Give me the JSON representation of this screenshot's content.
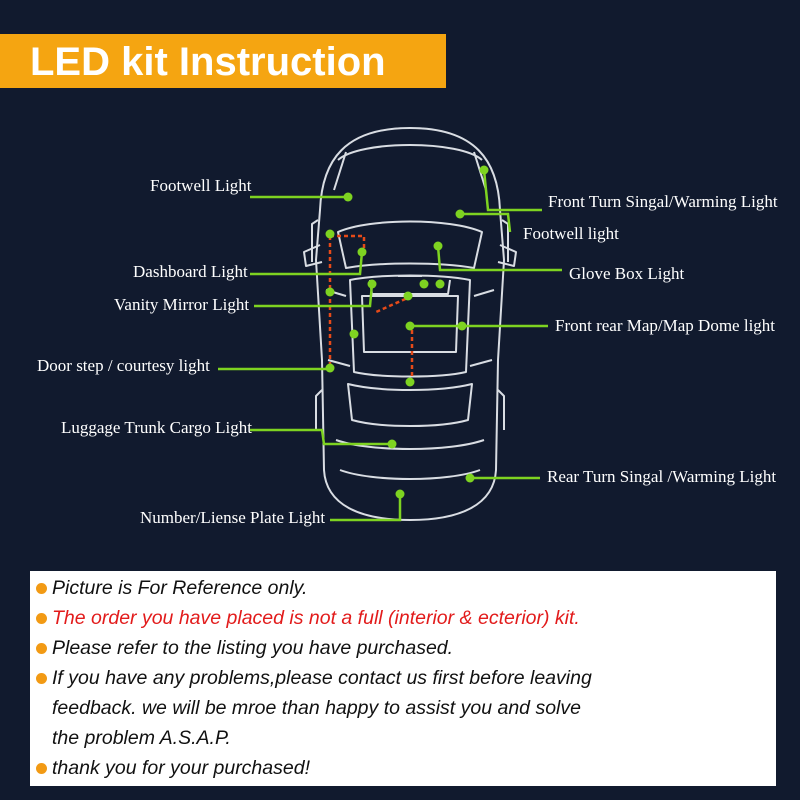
{
  "header": {
    "title": "LED kit Instruction"
  },
  "diagram": {
    "labels": {
      "footwell_left": "Footwell Light",
      "dashboard": "Dashboard Light",
      "vanity_mirror": "Vanity Mirror Light",
      "door_step": "Door step / courtesy light",
      "luggage_trunk": "Luggage Trunk Cargo Light",
      "number_plate": "Number/Liense Plate Light",
      "front_turn": "Front Turn Singal/Warming Light",
      "footwell_right": "Footwell light",
      "glove_box": "Glove Box Light",
      "map_dome": "Front rear Map/Map Dome light",
      "rear_turn": "Rear Turn Singal /Warming Light"
    },
    "colors": {
      "leader": "#7ed321",
      "outline": "#d9dde3",
      "accent": "#e64a19"
    }
  },
  "notes": {
    "items": [
      {
        "text": "Picture is For Reference only.",
        "color": "#111111"
      },
      {
        "text": "The order you have placed is not a full (interior & ecterior) kit.",
        "color": "#e21b1b"
      },
      {
        "text": "Please refer to the listing you have purchased.",
        "color": "#111111"
      },
      {
        "text": "If  you have any problems,please contact us first before leaving",
        "color": "#111111"
      },
      {
        "text": "feedback. we will be mroe than happy to assist you and solve",
        "color": "#111111"
      },
      {
        "text": "the problem A.S.A.P.",
        "color": "#111111"
      },
      {
        "text": "thank you for your purchased!",
        "color": "#111111"
      }
    ]
  }
}
